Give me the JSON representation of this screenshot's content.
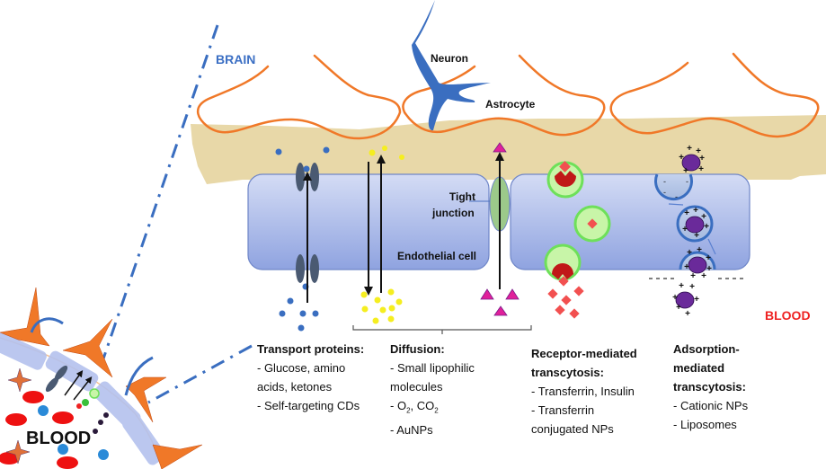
{
  "labels": {
    "brain": "BRAIN",
    "neuron": "Neuron",
    "astrocyte": "Astrocyte",
    "tight_junction_1": "Tight",
    "tight_junction_2": "junction",
    "endothelial_cell": "Endothelial cell",
    "blood_right": "BLOOD",
    "blood_left": "BLOOD"
  },
  "pathways": [
    {
      "title": "Transport proteins:",
      "items": [
        "- Glucose, amino",
        "acids, ketones",
        "- Self-targeting CDs"
      ]
    },
    {
      "title": "Diffusion:",
      "items": [
        "- Small lipophilic",
        "molecules",
        "- O2, CO2",
        "- AuNPs"
      ]
    },
    {
      "title_lines": [
        "Receptor-mediated",
        "transcytosis:"
      ],
      "items": [
        "- Transferrin, Insulin",
        "- Transferrin",
        "conjugated NPs"
      ]
    },
    {
      "title_lines": [
        "Adsorption-",
        "mediated",
        "transcytosis:"
      ],
      "items": [
        "- Cationic NPs",
        "- Liposomes"
      ]
    }
  ],
  "colors": {
    "brain_label": "#3b6fc4",
    "blood_label": "#ee2222",
    "astrocyte_outline": "#f07828",
    "basement_membrane": "#e8d8a8",
    "endothelial_cell": "#a9b9ea",
    "tight_junction": "#9cc98a",
    "neuron": "#3a6ec0",
    "transport_protein": "#4a5a72",
    "glucose_dot": "#3a6ec0",
    "lipophilic_dot": "#f5ee20",
    "triangle": "#e0209a",
    "receptor": "#c01818",
    "vesicle_green": "#c8f5a8",
    "transferrin": "#f25050",
    "cationic_np": "#6a2a9a"
  }
}
